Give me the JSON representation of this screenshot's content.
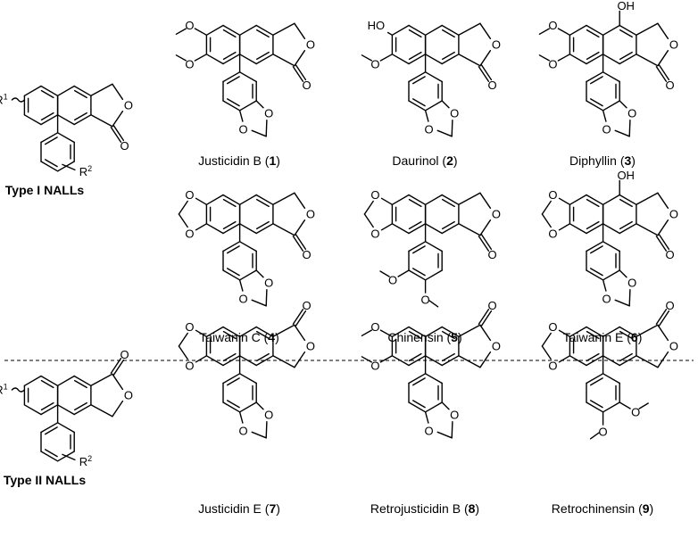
{
  "separator": true,
  "types": [
    {
      "id": "type1",
      "label": "Type I NALLs",
      "r1": "R",
      "r1_sup": "1",
      "r2": "R",
      "r2_sup": "2"
    },
    {
      "id": "type2",
      "label": "Type II NALLs",
      "r1": "R",
      "r1_sup": "1",
      "r2": "R",
      "r2_sup": "2"
    }
  ],
  "compounds": [
    {
      "name": "Justicidin B",
      "number": "1",
      "kind": "I",
      "sub": "diOMe",
      "top": "",
      "aryl": "md"
    },
    {
      "name": "Daurinol",
      "number": "2",
      "kind": "I",
      "sub": "HO_OMe",
      "top": "",
      "aryl": "md"
    },
    {
      "name": "Diphyllin",
      "number": "3",
      "kind": "I",
      "sub": "diOMe",
      "top": "OH",
      "aryl": "md"
    },
    {
      "name": "Taiwanin C",
      "number": "4",
      "kind": "I",
      "sub": "md",
      "top": "",
      "aryl": "md"
    },
    {
      "name": "Chinensin",
      "number": "5",
      "kind": "I",
      "sub": "md",
      "top": "",
      "aryl": "diOMe"
    },
    {
      "name": "Taiwanin E",
      "number": "6",
      "kind": "I",
      "sub": "md",
      "top": "OH",
      "aryl": "md"
    },
    {
      "name": "Justicidin E",
      "number": "7",
      "kind": "II",
      "sub": "md",
      "top": "",
      "aryl": "md"
    },
    {
      "name": "Retrojusticidin B",
      "number": "8",
      "kind": "II",
      "sub": "diOMe",
      "top": "",
      "aryl": "md"
    },
    {
      "name": "Retrochinensin",
      "number": "9",
      "kind": "II",
      "sub": "md",
      "top": "",
      "aryl": "diOMe"
    }
  ],
  "atoms": {
    "oxygen": "O",
    "hydroxyl": "OH",
    "hydroxyl_left": "HO"
  }
}
